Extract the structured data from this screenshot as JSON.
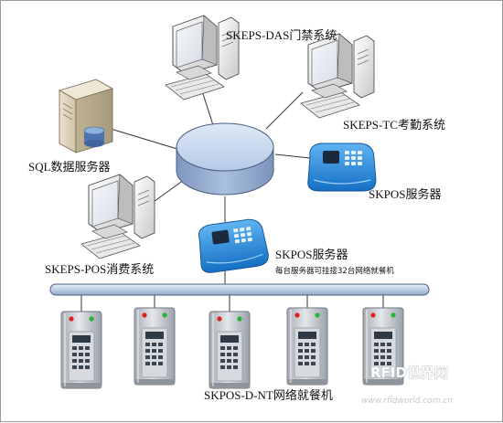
{
  "labels": {
    "das": "SKEPS-DAS门禁系统",
    "tc": "SKEPS-TC考勤系统",
    "sql": "SQL数据服务器",
    "skpos_right": "SKPOS服务器",
    "pos_system": "SKEPS-POS消费系统",
    "skpos_center": "SKPOS服务器",
    "skpos_center_note": "每台服务器可挂接32台网络就餐机",
    "terminals": "SKPOS-D-NT网络就餐机"
  },
  "watermark": {
    "logo": "RFID世界网",
    "url": "www.rfidworld.com.cn"
  },
  "colors": {
    "hub": "#b9cde8",
    "bus": "#c8d8ec",
    "pos_device": "#1f86d6",
    "terminal_body": "#c9ced3",
    "led_red": "#e02020",
    "led_green": "#26b33a"
  },
  "icons": {
    "workstation": "computer-icon",
    "server": "server-icon",
    "pos": "pos-terminal-icon",
    "terminal": "meal-terminal-icon",
    "hub": "network-hub-icon"
  }
}
